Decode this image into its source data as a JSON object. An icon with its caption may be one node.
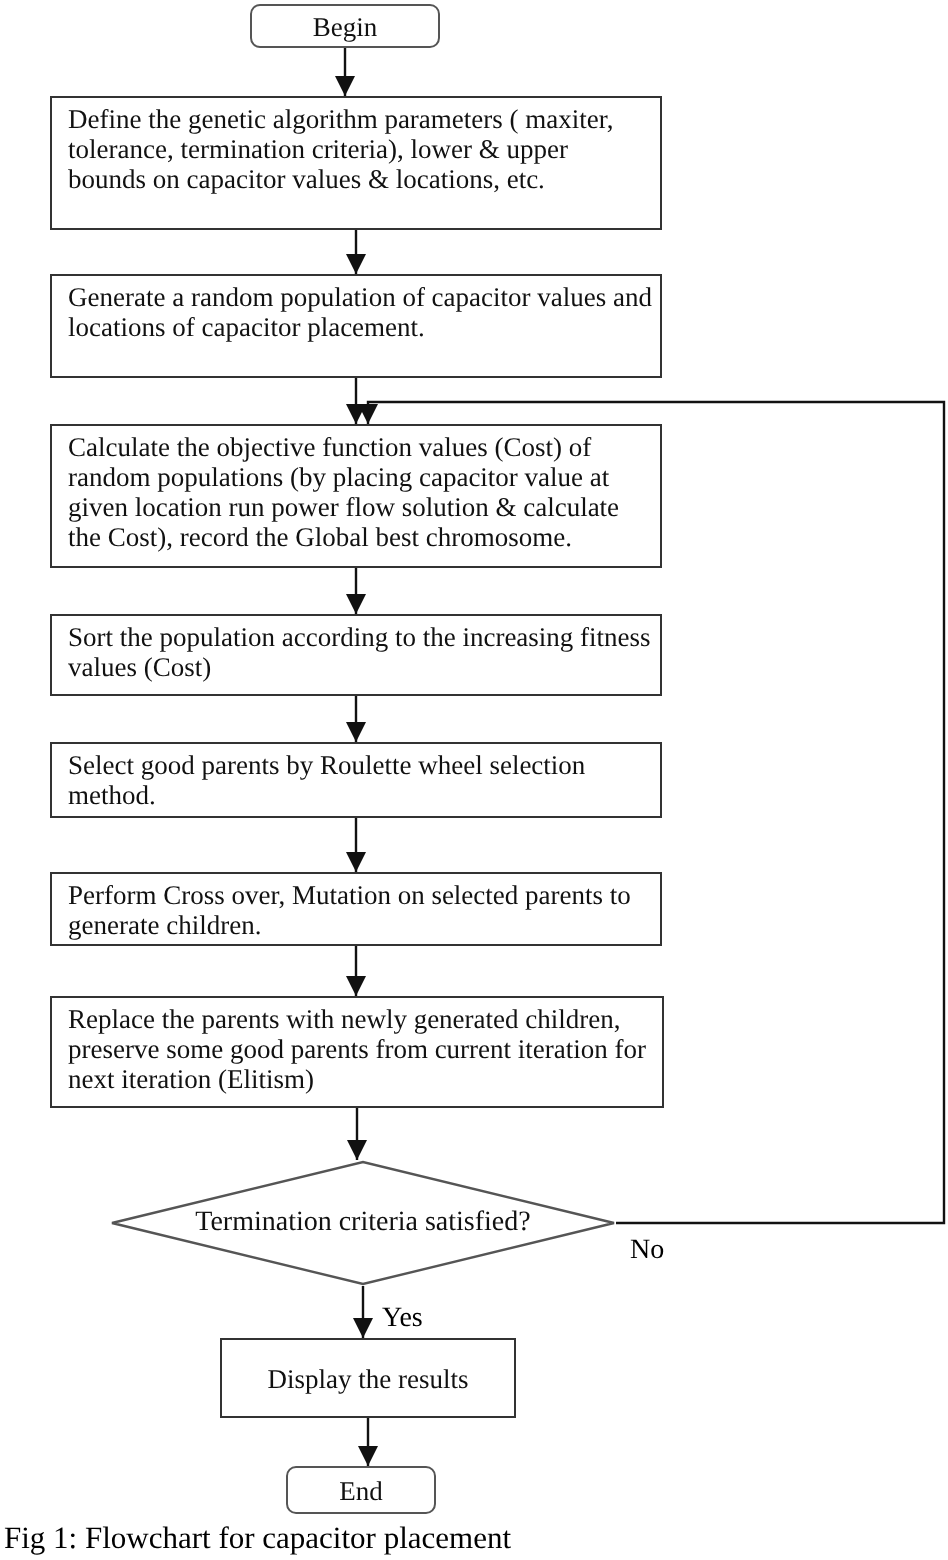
{
  "diagram": {
    "caption": "Fig  1: Flowchart for capacitor placement",
    "nodes": [
      {
        "text": [
          "Begin"
        ]
      },
      {
        "text": [
          "Define the genetic algorithm parameters ( maxiter, tolerance, termination criteria), lower & upper bounds on capacitor values & locations, etc."
        ]
      },
      {
        "text": [
          "Generate a random population of capacitor values and locations of capacitor placement."
        ]
      },
      {
        "text": [
          "Calculate the objective function values (Cost) of random populations (by placing capacitor value at given location run power flow solution & calculate the Cost), record the Global best chromosome."
        ]
      },
      {
        "text": [
          "Sort the population according to the increasing fitness values (Cost)"
        ]
      },
      {
        "text": [
          "Select good parents by Roulette wheel selection method."
        ]
      },
      {
        "text": [
          "Perform Cross over, Mutation on selected parents to generate children."
        ]
      },
      {
        "text": [
          "Replace the parents with newly generated children, preserve some good parents from current iteration for next iteration (Elitism)"
        ]
      },
      {
        "text": [
          "Termination criteria satisfied?"
        ]
      },
      {
        "text": [
          "Display the results"
        ]
      },
      {
        "text": [
          "End"
        ]
      }
    ],
    "edges": [
      {
        "from": 0,
        "to": 1,
        "arrow": "to"
      },
      {
        "from": 1,
        "to": 2,
        "arrow": "to"
      },
      {
        "from": 2,
        "to": 3,
        "arrow": "to"
      },
      {
        "from": 3,
        "to": 4,
        "arrow": "to"
      },
      {
        "from": 4,
        "to": 5,
        "arrow": "to"
      },
      {
        "from": 5,
        "to": 6,
        "arrow": "to"
      },
      {
        "from": 6,
        "to": 7,
        "arrow": "to"
      },
      {
        "from": 7,
        "to": 8,
        "arrow": "to"
      },
      {
        "from": 8,
        "to": 9,
        "label": "Yes",
        "arrow": "to"
      },
      {
        "from": 9,
        "to": 10,
        "arrow": "to"
      },
      {
        "from": 8,
        "to": 3,
        "label": "No",
        "arrow": "to"
      }
    ]
  }
}
